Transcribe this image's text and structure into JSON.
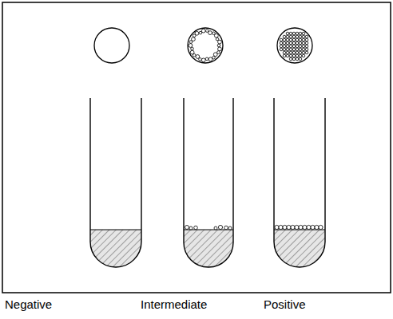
{
  "diagram": {
    "labels": [
      "Negative",
      "Intermediate",
      "Positive"
    ]
  }
}
